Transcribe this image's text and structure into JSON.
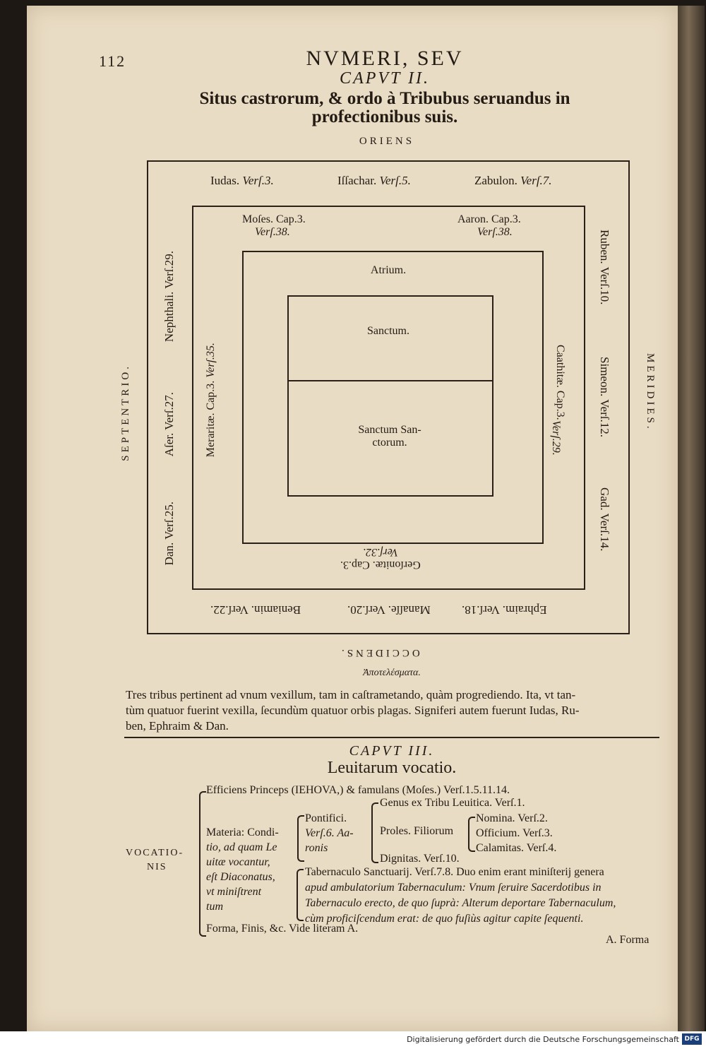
{
  "page_number": "112",
  "running_head": "NVMERI, SEV",
  "chapter_ii": {
    "heading": "CAPVT II.",
    "title_line1": "Situs castrorum, & ordo à Tribubus seruandus in",
    "title_line2": "profectionibus suis."
  },
  "diagram": {
    "oriens": "ORIENS",
    "occidens": "OCCIDENS.",
    "septentrio": "SEPTENTRIO.",
    "meridies": "MERIDIES.",
    "top_iudas": "Iudas.",
    "top_iudas_ref": "Verſ.3.",
    "top_issachar": "Iſſachar.",
    "top_issachar_ref": "Verſ.5.",
    "top_zabulon": "Zabulon.",
    "top_zabulon_ref": "Verſ.7.",
    "right_ruben": "Ruben. Verſ.10.",
    "right_simeon": "Simeon. Verſ.12.",
    "right_gad": "Gad. Verſ.14.",
    "bottom_ephraim": "Ephraim. Verſ.18.",
    "bottom_manasse": "Manaſſe. Verſ.20.",
    "bottom_beniamin": "Beniamin. Verſ.22.",
    "left_nephthali": "Nephthali. Verſ.29.",
    "left_aser": "Aſer. Verſ.27.",
    "left_dan": "Dan. Verſ.25.",
    "moses_l1": "Moſes. Cap.3.",
    "moses_l2": "Verſ.38.",
    "aaron_l1": "Aaron. Cap.3.",
    "aaron_l2": "Verſ.38.",
    "caathitae_l1": "Caathitæ. Cap.3.",
    "caathitae_l2": "Verſ.29.",
    "gersonitae_l1": "Gerſonitæ. Cap.3.",
    "gersonitae_l2": "Verſ.32.",
    "meraritae_l1": "Meraritæ. Cap.3.",
    "meraritae_l2": "Verſ.35.",
    "atrium": "Atrium.",
    "sanctum": "Sanctum.",
    "sanctum_sanctorum_l1": "Sanctum San-",
    "sanctum_sanctorum_l2": "ctorum."
  },
  "apotelesma": {
    "heading": "Ἀποτελέσματα.",
    "line1": "Tres tribus pertinent ad vnum vexillum, tam in caſtrametando, quàm progrediendo. Ita, vt tan-",
    "line2": "tùm quatuor fuerint vexilla, ſecundùm quatuor orbis plagas. Signiferi autem fuerunt Iudas, Ru-",
    "line3": "ben, Ephraim & Dan."
  },
  "chapter_iii": {
    "heading": "CAPVT III.",
    "title": "Leuitarum vocatio."
  },
  "outline": {
    "vocationis_l1": "VOCATIO-",
    "vocationis_l2": "NIS",
    "efficiens": "Efficiens Princeps (IEHOVA,) & famulans (Moſes.) Verſ.1.5.11.14.",
    "genus": "Genus ex Tribu Leuitica. Verſ.1.",
    "materia_l1": "Materia: Condi-",
    "materia_l2": "tio, ad quam Le",
    "materia_l3": "uitæ vocantur,",
    "materia_l4": "eſt Diaconatus,",
    "materia_l5": "vt miniſtrent",
    "materia_l6": "tum",
    "pontifici": "Pontifici.",
    "pontifici_ref_l1": "Verſ.6. Aa-",
    "pontifici_ref_l2": "ronis",
    "proles": "Proles. Filiorum",
    "nomina": "Nomina. Verſ.2.",
    "officium": "Officium. Verſ.3.",
    "calamitas": "Calamitas. Verſ.4.",
    "dignitas": "Dignitas. Verſ.10.",
    "tabernaculo_l1": "Tabernaculo Sanctuarij. Verſ.7.8. Duo enim erant miniſterij genera",
    "tabernaculo_l2": "apud ambulatorium Tabernaculum: Vnum ſeruire Sacerdotibus in",
    "tabernaculo_l3": "Tabernaculo erecto, de quo ſuprà: Alterum deportare Tabernaculum,",
    "tabernaculo_l4": "cùm proficiſcendum erat: de quo fuſiùs agitur capite ſequenti.",
    "forma": "Forma, Finis, &c. Vide literam A."
  },
  "catchword": "A. Forma",
  "footer": {
    "credit": "Digitalisierung gefördert durch die Deutsche Forschungsgemeinschaft",
    "logo": "DFG"
  }
}
